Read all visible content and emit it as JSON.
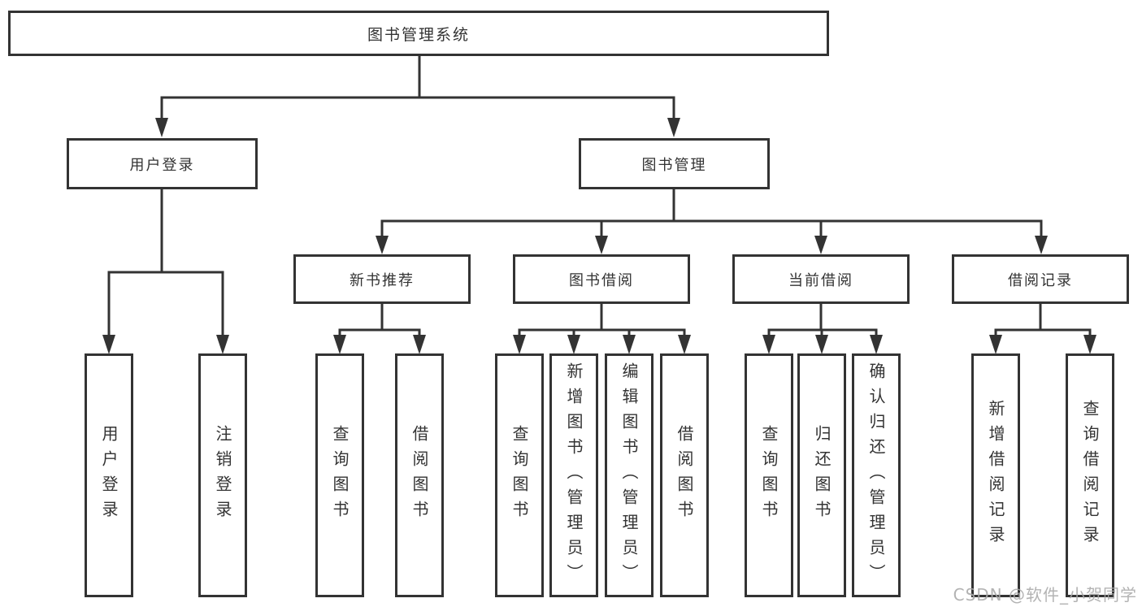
{
  "colors": {
    "line": "#333333",
    "box_border": "#333333",
    "box_fill": "#ffffff",
    "text": "#333333",
    "watermark": "#a8a8a8",
    "background": "#ffffff"
  },
  "diagram": {
    "root": {
      "label": "图书管理系统"
    },
    "branches": [
      {
        "label": "用户登录",
        "children": [
          {
            "label": "用户登录"
          },
          {
            "label": "注销登录"
          }
        ]
      },
      {
        "label": "图书管理",
        "groups": [
          {
            "label": "新书推荐",
            "children": [
              {
                "label": "查询图书"
              },
              {
                "label": "借阅图书"
              }
            ]
          },
          {
            "label": "图书借阅",
            "children": [
              {
                "label": "查询图书"
              },
              {
                "label": "新增图书（管理员）"
              },
              {
                "label": "编辑图书（管理员）"
              },
              {
                "label": "借阅图书"
              }
            ]
          },
          {
            "label": "当前借阅",
            "children": [
              {
                "label": "查询图书"
              },
              {
                "label": "归还图书"
              },
              {
                "label": "确认归还（管理员）"
              }
            ]
          },
          {
            "label": "借阅记录",
            "children": [
              {
                "label": "新增借阅记录"
              },
              {
                "label": "查询借阅记录"
              }
            ]
          }
        ]
      }
    ]
  },
  "watermark": {
    "text": "CSDN @软件_小贺同学"
  }
}
